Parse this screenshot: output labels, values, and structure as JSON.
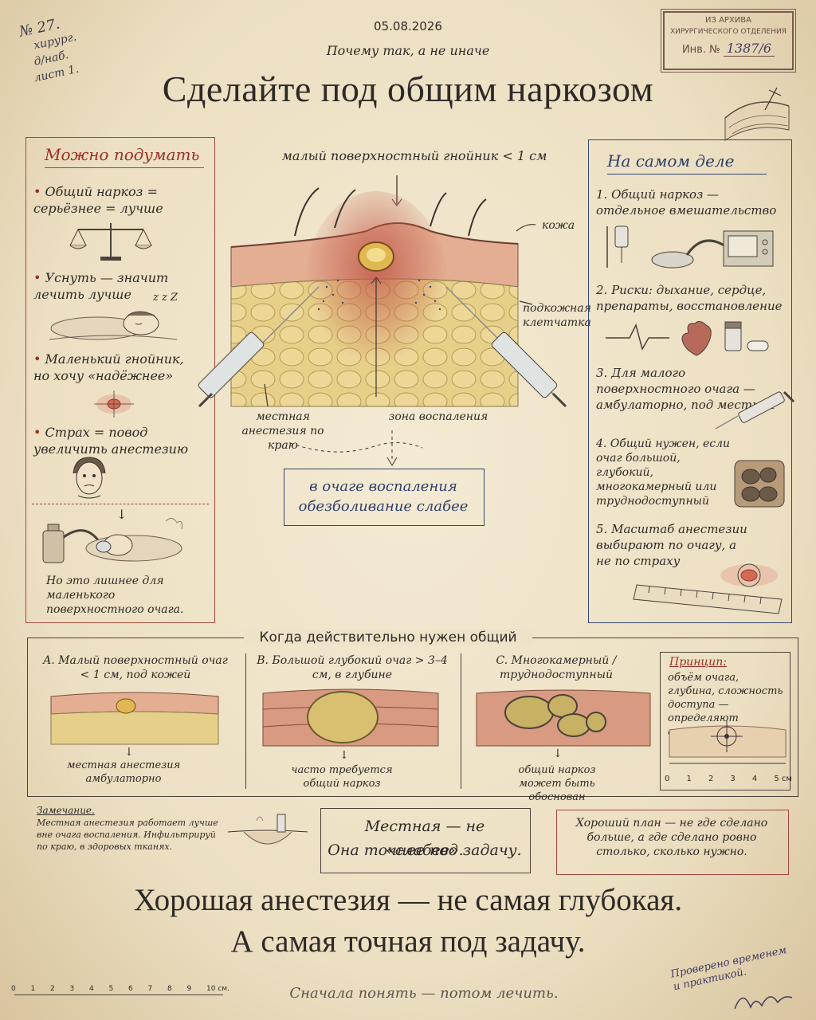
{
  "header": {
    "date": "05.08.2026",
    "subtitle": "Почему так, а не иначе",
    "title": "Сделайте под общим наркозом"
  },
  "corner_note": {
    "line1": "№ 27.",
    "line2": "хирург.",
    "line3": "д/наб.",
    "line4": "лист 1."
  },
  "stamp": {
    "line1": "ИЗ АРХИВА",
    "line2": "ХИРУРГИЧЕСКОГО ОТДЕЛЕНИЯ",
    "inv_label": "Инв. №",
    "inv_number": "1387/6"
  },
  "left_panel": {
    "title": "Можно подумать",
    "items": [
      {
        "text": "Общий наркоз = серьёзнее = лучше"
      },
      {
        "text": "Уснуть — значит лечить лучше"
      },
      {
        "text": "Маленький гнойник, но хочу «надёжнее»"
      },
      {
        "text": "Страх = повод увеличить анестезию"
      }
    ],
    "snore": "z z Z",
    "conclusion": "Но это лишнее для маленького поверхностного очага."
  },
  "center": {
    "top_label": "малый поверхностный гнойник < 1 см",
    "skin_label": "кожа",
    "fat_label": "подкожная клетчатка",
    "local_label": "местная анестезия по краю",
    "zone_label": "зона воспаления",
    "box_text": "в очаге воспаления обезболивание слабее"
  },
  "right_panel": {
    "title": "На самом деле",
    "items": [
      {
        "num": "1.",
        "text": "Общий наркоз — отдельное вмешательство"
      },
      {
        "num": "2.",
        "text": "Риски: дыхание, сердце, препараты, восстановление"
      },
      {
        "num": "3.",
        "text": "Для малого поверхностного очага — амбулаторно, под местной"
      },
      {
        "num": "4.",
        "text": "Общий нужен, если очаг большой, глубокий, многокамерный или труднодоступный"
      },
      {
        "num": "5.",
        "text": "Масштаб анестезии выбирают по очагу, а не по страху"
      }
    ]
  },
  "when_section": {
    "title": "Когда действительно нужен общий",
    "cases": [
      {
        "head": "A. Малый поверхностный очаг < 1 см, под кожей",
        "caption": "местная анестезия амбулаторно"
      },
      {
        "head": "B. Большой глубокий очаг > 3–4 см, в глубине",
        "caption": "часто требуется общий наркоз"
      },
      {
        "head": "C. Многокамерный / труднодоступный",
        "caption": "общий наркоз может быть обоснован"
      }
    ],
    "principle_title": "Принцип:",
    "principle_text": "объём очага, глубина, сложность доступа — определяют анестезию.",
    "scale": [
      "0",
      "1",
      "2",
      "3",
      "4",
      "5 см"
    ]
  },
  "bottom_notes": {
    "remark_title": "Замечание.",
    "remark_text": "Местная анестезия работает лучше вне очага воспаления. Инфильтрируй по краю, в здоровых тканях.",
    "center_box_line1": "Местная — не «слабее».",
    "center_box_line2": "Она точнее под задачу.",
    "right_box": "Хороший план — не где сделано больше, а где сделано ровно столько, сколько нужно."
  },
  "footer": {
    "slogan_line1": "Хорошая анестезия — не самая глубокая.",
    "slogan_line2": "А самая точная под задачу.",
    "motto": "Сначала понять — потом лечить.",
    "ruler": [
      "0",
      "1",
      "2",
      "3",
      "4",
      "5",
      "6",
      "7",
      "8",
      "9",
      "10 см."
    ],
    "signature_note": "Проверено временем и практикой."
  }
}
